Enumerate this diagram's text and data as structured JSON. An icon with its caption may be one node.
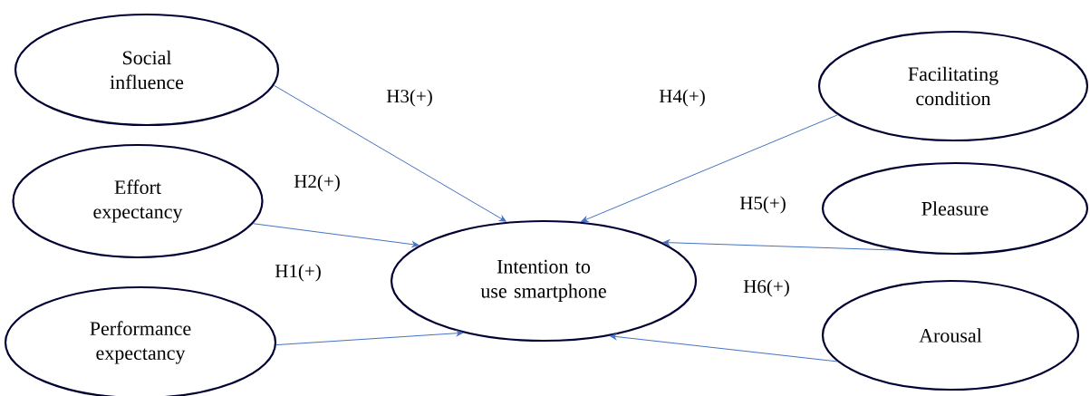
{
  "diagram": {
    "nodes": [
      {
        "text": [
          "Social influence"
        ]
      },
      {
        "text": [
          "Effort expectancy"
        ]
      },
      {
        "text": [
          "Performance expectancy"
        ]
      },
      {
        "text": [
          "Intention to use smartphone"
        ]
      },
      {
        "text": [
          "Facilitating condition"
        ]
      },
      {
        "text": [
          "Pleasure"
        ]
      },
      {
        "text": [
          "Arousal"
        ]
      }
    ],
    "edges": [
      {
        "from": 0,
        "to": 3,
        "arrow": "to",
        "label": "H3(+)"
      },
      {
        "from": 1,
        "to": 3,
        "arrow": "to",
        "label": "H2(+)"
      },
      {
        "from": 2,
        "to": 3,
        "arrow": "to",
        "label": "H1(+)"
      },
      {
        "from": 4,
        "to": 3,
        "arrow": "to",
        "label": "H4(+)"
      },
      {
        "from": 5,
        "to": 3,
        "arrow": "to",
        "label": "H5(+)"
      },
      {
        "from": 6,
        "to": 3,
        "arrow": "to",
        "label": "H6(+)"
      }
    ]
  }
}
